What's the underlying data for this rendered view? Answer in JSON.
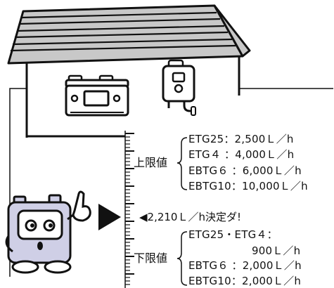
{
  "colors": {
    "ink": "#111111",
    "roof": "#c8c8c8",
    "wall": "#ffffff",
    "meter_body": "#cfcfe6",
    "meter_shade": "#a9a9c8"
  },
  "icons": {
    "house": "house-illustration",
    "stove": "gas-stove-icon",
    "water_heater": "water-heater-icon",
    "mascot": "gas-meter-mascot-icon",
    "pointer": "pointer-triangle-icon"
  },
  "upper_limit": {
    "label": "上限値",
    "items": [
      "ETG25：2,500Ｌ／h",
      "ETG４ ：4,000Ｌ／h",
      "EBTG６ ：6,000Ｌ／h",
      "EBTG10：10,000Ｌ／h"
    ]
  },
  "decision": {
    "text": "◀2,210Ｌ／h決定ダ!"
  },
  "lower_limit": {
    "label": "下限値",
    "items": [
      "ETG25・ETG４：",
      "900Ｌ／h",
      "EBTG６ ：2,000Ｌ／h",
      "EBTG10：2,000Ｌ／h"
    ]
  }
}
